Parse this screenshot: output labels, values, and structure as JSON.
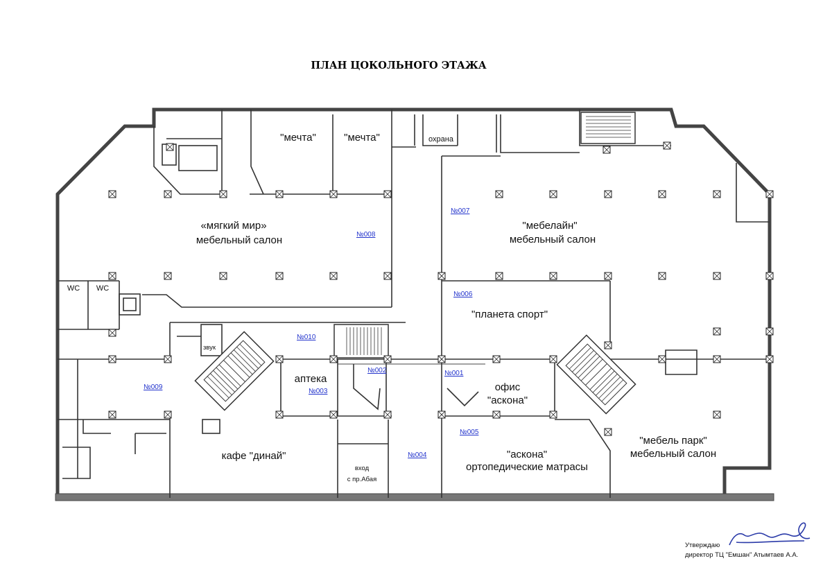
{
  "title": "ПЛАН ЦОКОЛЬНОГО ЭТАЖА",
  "rooms": {
    "mechta_1": "\"мечта\"",
    "mechta_2": "\"мечта\"",
    "okhrana": "охрана",
    "myagkiy_mir_line1": "«мягкий мир»",
    "myagkiy_mir_line2": "мебельный салон",
    "mebelain_line1": "\"мебелайн\"",
    "mebelain_line2": "мебельный салон",
    "planeta_sport": "\"планета спорт\"",
    "wc_1": "WC",
    "wc_2": "WC",
    "zvuk": "звук",
    "apteka": "аптека",
    "ofis_line1": "офис",
    "ofis_line2": "\"аскона\"",
    "kafe": "кафе \"динай\"",
    "vhod_line1": "вход",
    "vhod_line2": "с пр.Абая",
    "askona_line1": "\"аскона\"",
    "askona_line2": "ортопедические матрасы",
    "mebel_park_line1": "\"мебель парк\"",
    "mebel_park_line2": "мебельный салон"
  },
  "unit_links": {
    "n001": "№001",
    "n002": "№002",
    "n003": "№003",
    "n004": "№004",
    "n005": "№005",
    "n006": "№006",
    "n007": "№007",
    "n008": "№008",
    "n009": "№009",
    "n010": "№010"
  },
  "approval": {
    "line1": "Утверждаю",
    "line2": "директор ТЦ \"Емшан\" Атымтаев А.А."
  },
  "colors": {
    "walls": "#444444",
    "link": "#2233cc"
  }
}
